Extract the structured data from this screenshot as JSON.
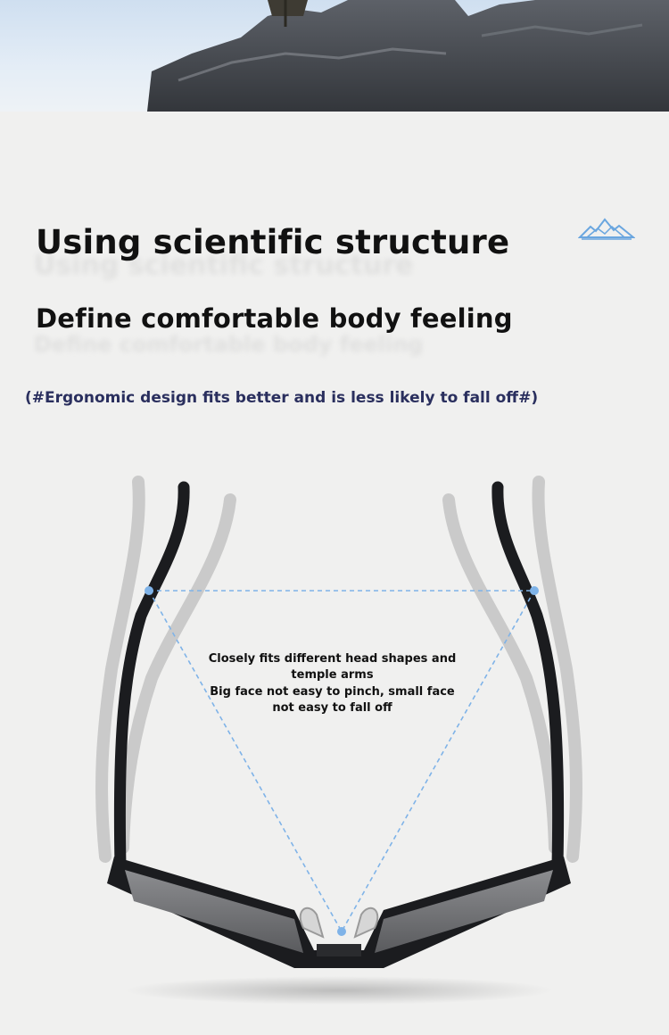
{
  "hero": {
    "icon": "mountain-rock-photo"
  },
  "headline": {
    "line1": "Using scientific structure",
    "line2": "Define comfortable body feeling"
  },
  "brand_icon": "mountain-logo-icon",
  "subtitle": "(#Ergonomic design fits better and is less likely to fall off#)",
  "diagram": {
    "caption_line1": "Closely fits different head shapes and temple arms",
    "caption_line2": "Big face not easy to pinch, small face not easy to fall off",
    "colors": {
      "guide": "#7fb3e8",
      "frame": "#1b1c1f",
      "ghost_frame": "#b9b9b9"
    }
  }
}
